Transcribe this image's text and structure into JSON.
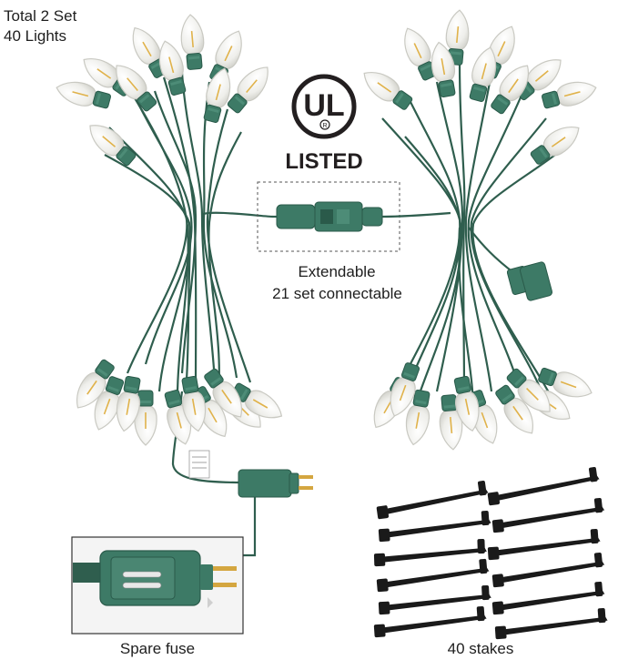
{
  "captions": {
    "total_line1": "Total 2 Set",
    "total_line2": "40 Lights",
    "extendable_line1": "Extendable",
    "extendable_line2": "21 set connectable",
    "spare_fuse": "Spare fuse",
    "stakes": "40 stakes"
  },
  "ul_mark": {
    "letters": "UL",
    "registered": "R",
    "listed": "LISTED"
  },
  "colors": {
    "wire": "#2f5e4e",
    "socket": "#3d7a66",
    "socket_dark": "#2a5a4a",
    "bulb": "#f2f2ee",
    "stake": "#1a1a1a",
    "ul": "#231f20"
  }
}
